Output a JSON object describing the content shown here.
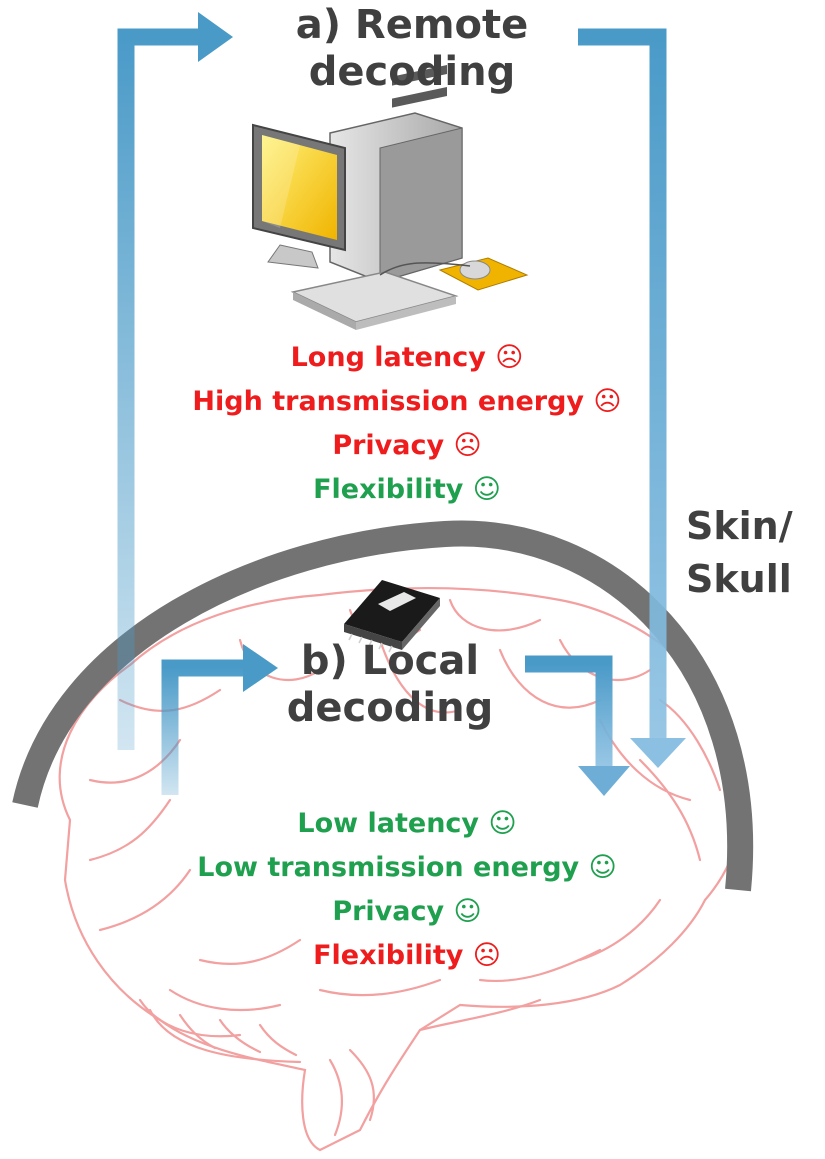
{
  "remote": {
    "title_line1": "a) Remote",
    "title_line2": "decoding",
    "items": [
      {
        "label": "Long latency",
        "mood": "☹",
        "status": "bad"
      },
      {
        "label": "High transmission energy",
        "mood": "☹",
        "status": "bad"
      },
      {
        "label": "Privacy",
        "mood": "☹",
        "status": "bad"
      },
      {
        "label": "Flexibility",
        "mood": "☺",
        "status": "good"
      }
    ]
  },
  "local": {
    "title_line1": "b) Local",
    "title_line2": "decoding",
    "items": [
      {
        "label": "Low latency",
        "mood": "☺",
        "status": "good"
      },
      {
        "label": "Low transmission energy",
        "mood": "☺",
        "status": "good"
      },
      {
        "label": "Privacy",
        "mood": "☺",
        "status": "good"
      },
      {
        "label": "Flexibility",
        "mood": "☹",
        "status": "bad"
      }
    ]
  },
  "barrier": {
    "label_line1": "Skin/",
    "label_line2": "Skull"
  },
  "colors": {
    "bad": "#ee1c1c",
    "good": "#1fa04f",
    "arrow": "#4a9ac8",
    "skull": "#737373",
    "brain_outline": "#f2a0a0",
    "title": "#404040"
  },
  "icons": [
    "desktop-computer-icon",
    "implant-chip-icon",
    "brain-illustration"
  ]
}
